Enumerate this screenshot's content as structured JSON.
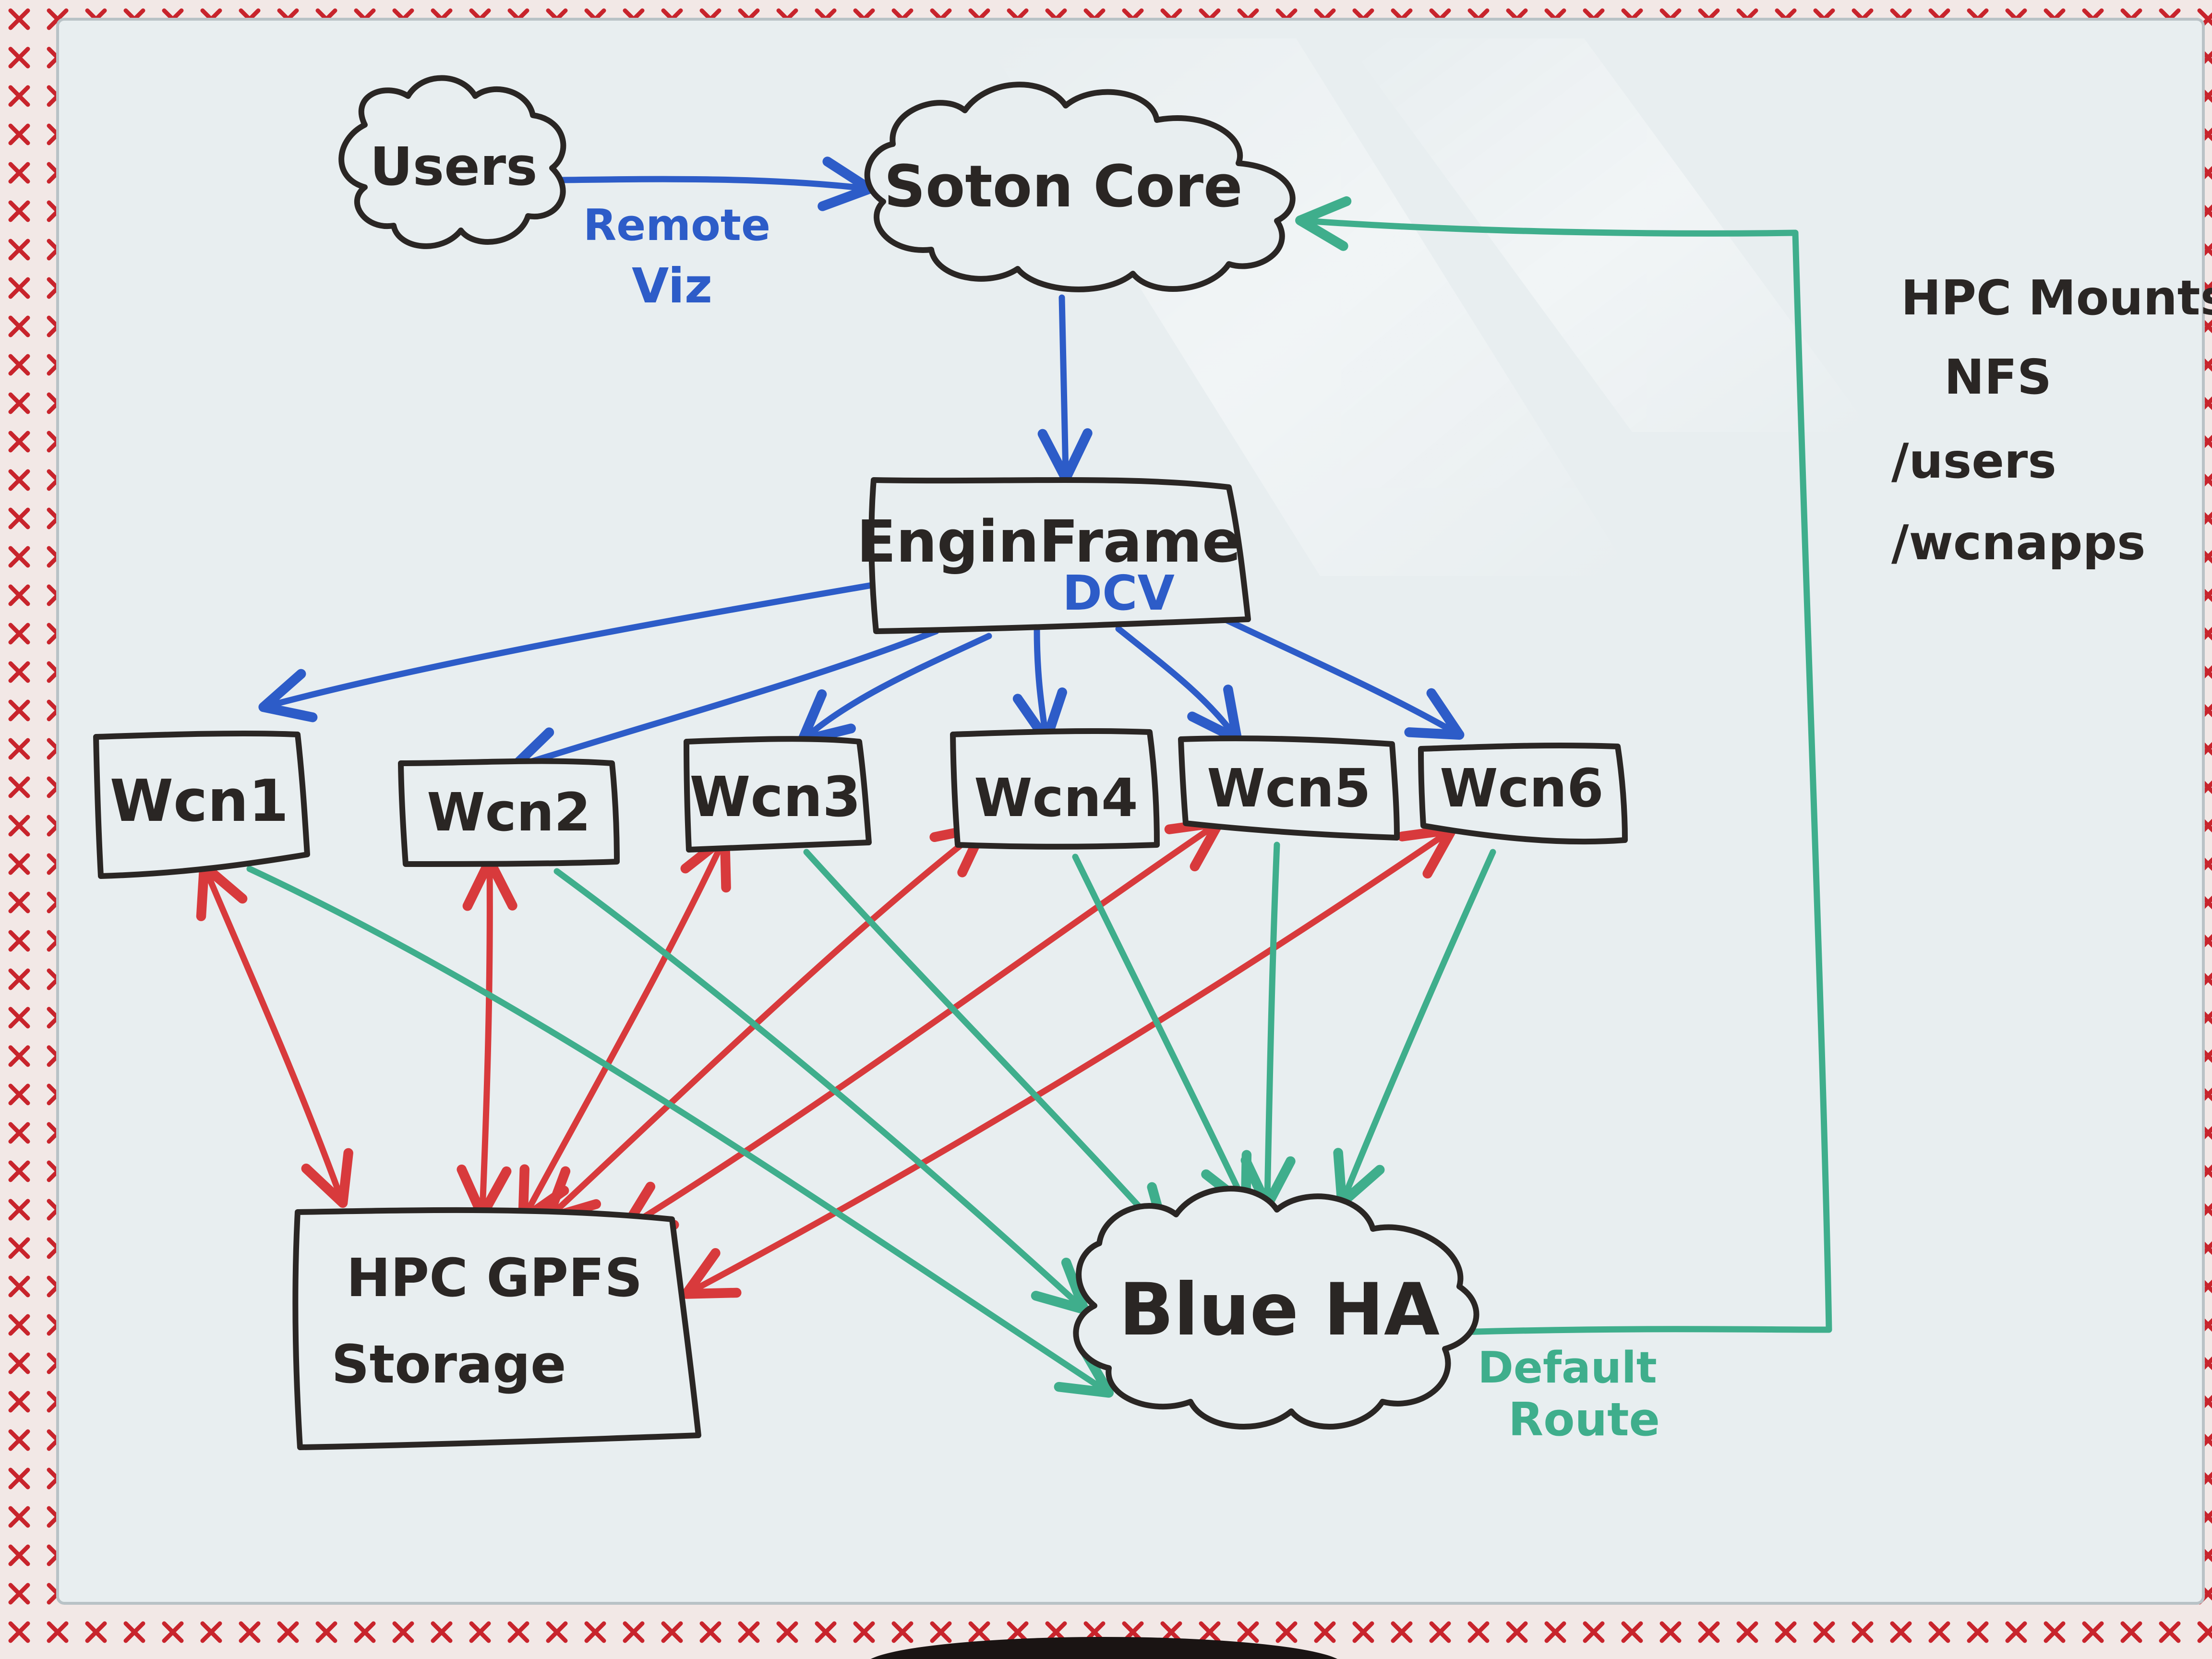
{
  "colors": {
    "board": "#e8eef0",
    "frame_red": "#c8242c",
    "frame_light": "#f2e8e6",
    "ink_black": "#2a2624",
    "ink_blue": "#2d5cc8",
    "ink_red": "#d83a3c",
    "ink_green": "#3fae8c"
  },
  "nodes": {
    "users": "Users",
    "soton_core": "Soton Core",
    "enginframe": "EnginFrame",
    "enginframe_sub": "DCV",
    "wcn1": "Wcn1",
    "wcn2": "Wcn2",
    "wcn3": "Wcn3",
    "wcn4": "Wcn4",
    "wcn5": "Wcn5",
    "wcn6": "Wcn6",
    "storage_line1": "HPC GPFS",
    "storage_line2": "Storage",
    "blue_ha": "Blue HA"
  },
  "edge_labels": {
    "remote_viz_1": "Remote",
    "remote_viz_2": "Viz",
    "default_route_1": "Default",
    "default_route_2": "Route"
  },
  "notes": {
    "line1": "HPC Mounts",
    "line2": "NFS",
    "line3": "/users",
    "line4": "/wcnapps"
  },
  "edges": [
    {
      "from": "users",
      "to": "soton_core",
      "color": "ink_blue",
      "label": "Remote Viz"
    },
    {
      "from": "soton_core",
      "to": "enginframe",
      "color": "ink_blue"
    },
    {
      "from": "enginframe",
      "to": "wcn1",
      "color": "ink_blue"
    },
    {
      "from": "enginframe",
      "to": "wcn2",
      "color": "ink_blue"
    },
    {
      "from": "enginframe",
      "to": "wcn3",
      "color": "ink_blue"
    },
    {
      "from": "enginframe",
      "to": "wcn4",
      "color": "ink_blue"
    },
    {
      "from": "enginframe",
      "to": "wcn5",
      "color": "ink_blue"
    },
    {
      "from": "enginframe",
      "to": "wcn6",
      "color": "ink_blue"
    },
    {
      "from": "wcn1",
      "to": "storage",
      "color": "ink_red",
      "bidirectional": true
    },
    {
      "from": "wcn2",
      "to": "storage",
      "color": "ink_red",
      "bidirectional": true
    },
    {
      "from": "wcn3",
      "to": "storage",
      "color": "ink_red",
      "bidirectional": true
    },
    {
      "from": "wcn4",
      "to": "storage",
      "color": "ink_red",
      "bidirectional": true
    },
    {
      "from": "wcn5",
      "to": "storage",
      "color": "ink_red",
      "bidirectional": true
    },
    {
      "from": "wcn6",
      "to": "storage",
      "color": "ink_red",
      "bidirectional": true
    },
    {
      "from": "wcn1",
      "to": "blue_ha",
      "color": "ink_green"
    },
    {
      "from": "wcn2",
      "to": "blue_ha",
      "color": "ink_green"
    },
    {
      "from": "wcn3",
      "to": "blue_ha",
      "color": "ink_green"
    },
    {
      "from": "wcn4",
      "to": "blue_ha",
      "color": "ink_green"
    },
    {
      "from": "wcn5",
      "to": "blue_ha",
      "color": "ink_green"
    },
    {
      "from": "wcn6",
      "to": "blue_ha",
      "color": "ink_green"
    },
    {
      "from": "blue_ha",
      "to": "soton_core",
      "color": "ink_green",
      "label": "Default Route"
    }
  ]
}
